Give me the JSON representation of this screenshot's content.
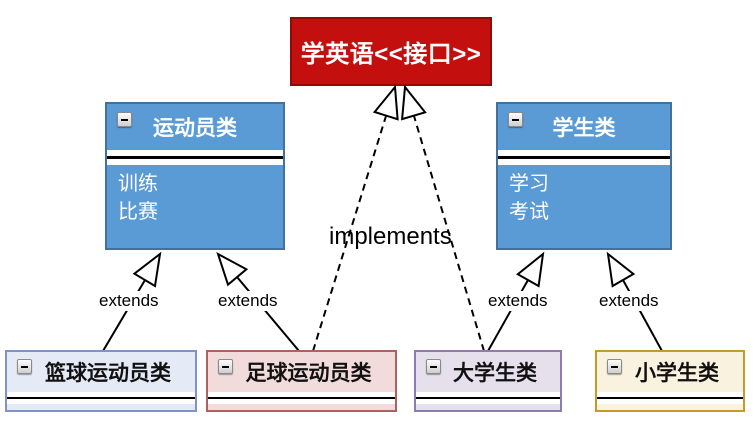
{
  "diagram": {
    "interface": {
      "name": "学英语<<接口>>"
    },
    "parent_classes": [
      {
        "name": "运动员类",
        "methods": [
          "训练",
          "比赛"
        ]
      },
      {
        "name": "学生类",
        "methods": [
          "学习",
          "考试"
        ]
      }
    ],
    "child_classes": [
      {
        "name": "篮球运动员类"
      },
      {
        "name": "足球运动员类"
      },
      {
        "name": "大学生类"
      },
      {
        "name": "小学生类"
      }
    ],
    "relation_labels": {
      "implements": "implements",
      "extends": "extends"
    },
    "icons": {
      "collapse": "minus-icon"
    },
    "colors": {
      "interface_fill": "#C40F0F",
      "interface_border": "#8F0B0B",
      "class_fill": "#5B9BD5",
      "class_border": "#41719C",
      "basketball_fill": "#E5EAF7",
      "basketball_border": "#8093C8",
      "football_fill": "#F2DCDB",
      "football_border": "#AC6360",
      "college_fill": "#E6E0EC",
      "college_border": "#8E7CB0",
      "primary_fill": "#F8F2DE",
      "primary_border": "#C49B26",
      "connector": "#000000"
    }
  }
}
